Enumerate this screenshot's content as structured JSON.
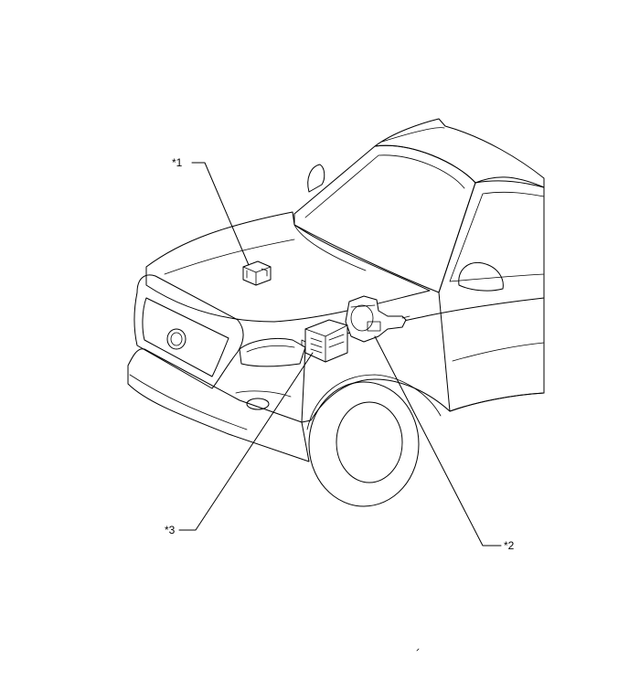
{
  "callouts": {
    "c1": "*1",
    "c2": "*2",
    "c3": "*3"
  },
  "colors": {
    "line": "#000000",
    "background": "#ffffff"
  }
}
